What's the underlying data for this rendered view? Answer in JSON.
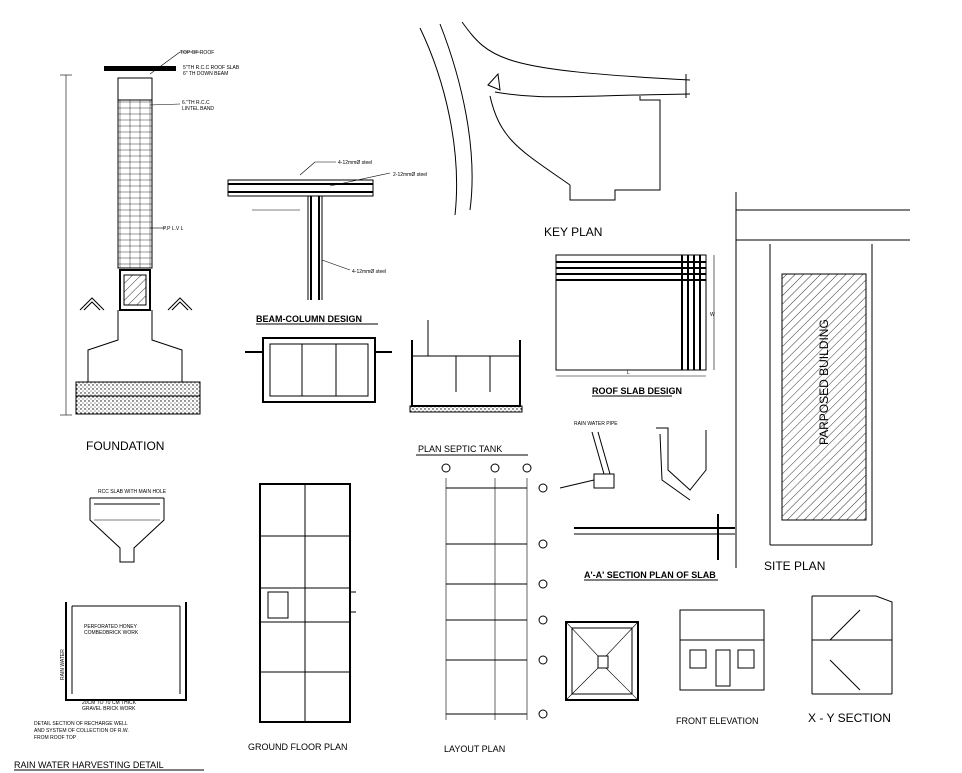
{
  "titles": {
    "foundation": "FOUNDATION",
    "beam_column": "BEAM-COLUMN DESIGN",
    "key_plan": "KEY PLAN",
    "roof_slab": "ROOF SLAB DESIGN",
    "plan_septic": "PLAN SEPTIC TANK",
    "site_plan": "SITE PLAN",
    "aa_section": "A'-A' SECTION PLAN OF SLAB",
    "ground_floor": "GROUND FLOOR PLAN",
    "layout_plan": "LAYOUT PLAN",
    "front_elevation": "FRONT ELEVATION",
    "xy_section": "X - Y  SECTION",
    "rwh_detail": "RAIN WATER HARVESTING DETAIL"
  },
  "notes": {
    "top_of_roof": "TOP OF ROOF",
    "roof_slab_1": "5\"TH R.C.C ROOF SLAB",
    "roof_slab_2": "6\" TH DOWN BEAM",
    "lintel_1": "6.\"TH R.C.C",
    "lintel_2": "LINTEL BAND",
    "plinth_level": "P.P L.V L",
    "bars_a": "4-12mmØ steel",
    "bars_b": "2-12mmØ steel",
    "bars_c": "4-12mmØ steel",
    "rcc_slab_hole": "RCC SLAB WITH MAIN HOLE",
    "perforated_1": "PERFORATED HONEY",
    "perforated_2": "COMBEDBRICK WORK",
    "rain_water": "RAIN WATER",
    "gravel_1": "20CM TO 70 CM THICK",
    "gravel_2": "GRAVEL BRICK WORK",
    "rain_water_pipe": "RAIN WATER PIPE",
    "rwh_caption_1": "DETAIL SECTION OF RECHARGE WELL",
    "rwh_caption_2": "AND SYSTEM OF COLLECTION OF R.W.",
    "rwh_caption_3": "FROM ROOF TOP",
    "proposed_building": "PARPOSED BUILDING",
    "dim_w": "W",
    "dim_l": "L"
  }
}
